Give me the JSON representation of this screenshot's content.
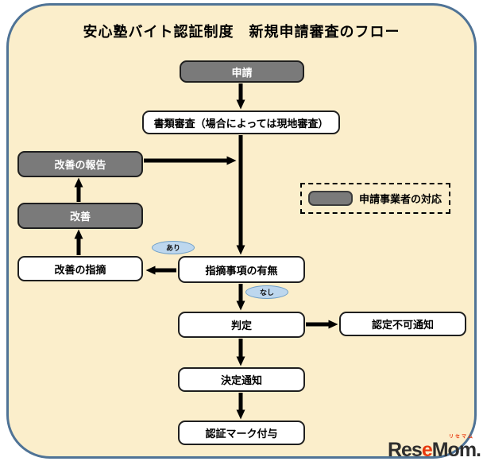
{
  "title": "安心塾バイト認証制度　新規申請審査のフロー",
  "colors": {
    "container_fill": "#FBEECB",
    "container_border": "#4F7396",
    "node_dark": "#7A7A7A",
    "ellipse_fill": "#BDD7EE",
    "ellipse_border": "#70A0C8",
    "logo_dark": "#2E2E2E",
    "logo_red": "#E8380D"
  },
  "nodes": {
    "apply": {
      "label": "申請",
      "style": "applicant"
    },
    "document_review": {
      "label": "書類審査（場合によっては現地審査）",
      "style": "plain"
    },
    "improvement_report": {
      "label": "改善の報告",
      "style": "applicant"
    },
    "improvement": {
      "label": "改善",
      "style": "applicant"
    },
    "improvement_note": {
      "label": "改善の指摘",
      "style": "plain"
    },
    "findings_check": {
      "label": "指摘事項の有無",
      "style": "plain"
    },
    "judgment": {
      "label": "判定",
      "style": "plain"
    },
    "rejection_notice": {
      "label": "認定不可通知",
      "style": "plain"
    },
    "decision_notice": {
      "label": "決定通知",
      "style": "plain"
    },
    "mark_grant": {
      "label": "認証マーク付与",
      "style": "plain"
    }
  },
  "branch": {
    "yes_label": "あり",
    "no_label": "なし"
  },
  "legend": {
    "label": "申請事業者の対応"
  },
  "logo": {
    "part1": "Res",
    "accent": "e",
    "part2": "Mom.",
    "ruby": "リセマム"
  }
}
